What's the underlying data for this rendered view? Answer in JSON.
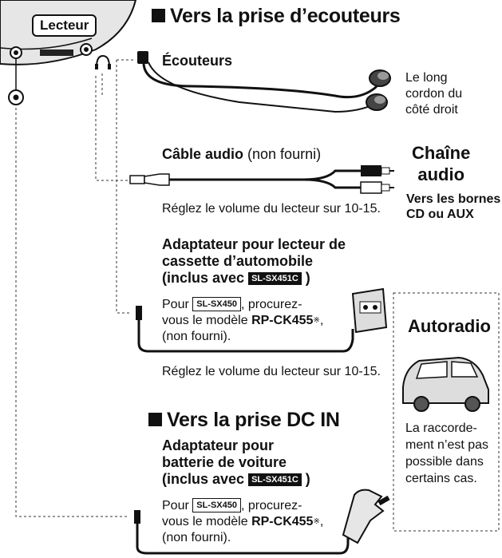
{
  "player_label": "Lecteur",
  "section_headphones": {
    "title": "Vers la prise d’ecouteurs"
  },
  "headphones": {
    "label": "Écouteurs",
    "note_lines": [
      "Le long",
      "cordon du",
      "côté droit"
    ]
  },
  "audio_cable": {
    "label_bold": "Câble audio",
    "label_rest": "(non fourni)",
    "volume_note": "Réglez le volume du lecteur sur 10-15."
  },
  "hifi": {
    "title_lines": [
      "Chaîne",
      "audio"
    ],
    "sub_lines": [
      "Vers les bornes",
      "CD ou AUX"
    ]
  },
  "cassette": {
    "title_lines": [
      "Adaptateur pour lecteur de",
      "cassette d’automobile",
      "(inclus avec"
    ],
    "title_close": ")",
    "model_included": "SL-SX451C",
    "pour": "Pour",
    "model_other": "SL-SX450",
    "procurez": ", procurez-",
    "vous": "vous le modèle",
    "part": "RP-CK455",
    "mark": "※",
    "comma": ",",
    "non_fourni": "(non fourni).",
    "volume_note": "Réglez le volume du lecteur sur 10-15."
  },
  "car_radio": {
    "title": "Autoradio",
    "note_lines": [
      "La raccorde-",
      "ment n’est pas",
      "possible dans",
      "certains cas."
    ]
  },
  "section_dcin": {
    "title": "Vers la prise DC IN"
  },
  "battery": {
    "title_lines": [
      "Adaptateur pour",
      "batterie de voiture",
      "(inclus avec"
    ],
    "title_close": ")",
    "model_included": "SL-SX451C",
    "pour": "Pour",
    "model_other": "SL-SX450",
    "procurez": ", procurez-",
    "vous": "vous le modèle",
    "part": "RP-CK455",
    "mark": "※",
    "comma": ",",
    "non_fourni": "(non fourni)."
  },
  "icons": [
    "headphone-jack-icon",
    "earbuds-icon",
    "rca-plug-icon",
    "cassette-adapter-icon",
    "car-icon",
    "car-battery-adapter-icon"
  ]
}
